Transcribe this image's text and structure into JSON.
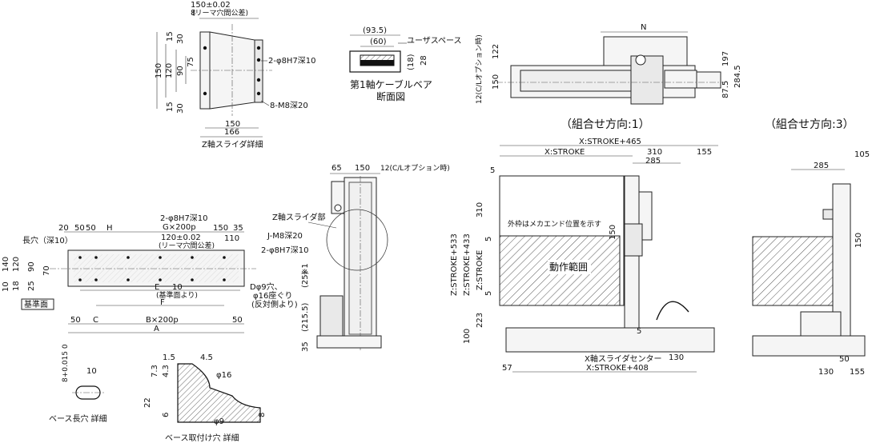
{
  "zslider": {
    "top_dim": "150±0.02",
    "top_note": "(リーマ穴間公差)",
    "d8": "8",
    "left": [
      "15",
      "30",
      "150",
      "120",
      "90",
      "75",
      "15",
      "30"
    ],
    "pin_label": "2-φ8H7深10",
    "tap_label": "8-M8深20",
    "d150": "150",
    "d166": "166",
    "caption": "Z軸スライダ詳細"
  },
  "cable": {
    "d93": "(93.5)",
    "d60": "(60)",
    "space": "ユーザスペース",
    "d18": "(18)",
    "d28": "28",
    "caption1": "第1軸ケーブルベア",
    "caption2": "断面図"
  },
  "topview": {
    "n": "N",
    "left_note": "12(C/Lオプション時)",
    "d122": "122",
    "d150": "150",
    "d197": "197",
    "d2845": "284.5",
    "d875": "87.5"
  },
  "titles": {
    "combo1": "（組合せ方向:1）",
    "combo3": "（組合せ方向:3）"
  },
  "base": {
    "d20": "20",
    "d50a": "50",
    "d50b": "50",
    "h": "H",
    "pin": "2-φ8H7深10",
    "g": "G×200p",
    "d150": "150",
    "d35": "35",
    "reamer": "120±0.02",
    "reamer_note": "(リーマ穴間公差)",
    "d110": "110",
    "tap": "J-M8深20",
    "pin2": "2-φ8H7深10",
    "slot": "長穴（深10）",
    "left": [
      "140",
      "120",
      "90",
      "70",
      "10",
      "25",
      "18"
    ],
    "ref_surface": "基準面",
    "d10": "10",
    "from_ref": "(基準面より)",
    "dhole1": "Dφ9穴、",
    "dhole2": "φ16座ぐり",
    "dhole3": "(反対側より)",
    "e": "E",
    "f": "F",
    "d50c": "50",
    "c": "C",
    "b": "B×200p",
    "d50d": "50",
    "a": "A"
  },
  "side": {
    "d65": "65",
    "d150": "150",
    "cl": "12(C/Lオプション時)",
    "z_slider_part": "Z軸スライダ部",
    "d25": "(25)",
    "note1": "※1",
    "d215": "(215.5)",
    "d35": "35"
  },
  "front": {
    "total": "X:STROKE+465",
    "xstroke": "X:STROKE",
    "d310": "310",
    "d155": "155",
    "d5a": "5",
    "d285": "285",
    "z533": "Z:STROKE+533",
    "z433": "Z:STROKE+433",
    "zstroke": "Z:STROKE",
    "d310v": "310",
    "outer": "外枠はメカエンド位置を示す",
    "d5b": "5",
    "d5c": "5",
    "d150v": "150",
    "area": "動作範囲",
    "d223": "223",
    "d100": "100",
    "d5d": "5",
    "center": "X軸スライダセンター",
    "d130": "130",
    "d57": "57",
    "bottom": "X:STROKE+408"
  },
  "right": {
    "d105": "105",
    "d285": "285",
    "d150": "150",
    "d50": "50",
    "d130": "130",
    "d155": "155"
  },
  "slotdetail": {
    "tol": "8+0.015 0",
    "d10": "10",
    "caption": "ベース長穴 詳細"
  },
  "mountdetail": {
    "d15": "1.5",
    "d45": "4.5",
    "d73": "7.3",
    "d43": "4.3",
    "d16": "φ16",
    "d22": "22",
    "d6": "6",
    "d9": "φ9",
    "d8": "8",
    "caption": "ベース取付け穴 詳細"
  }
}
